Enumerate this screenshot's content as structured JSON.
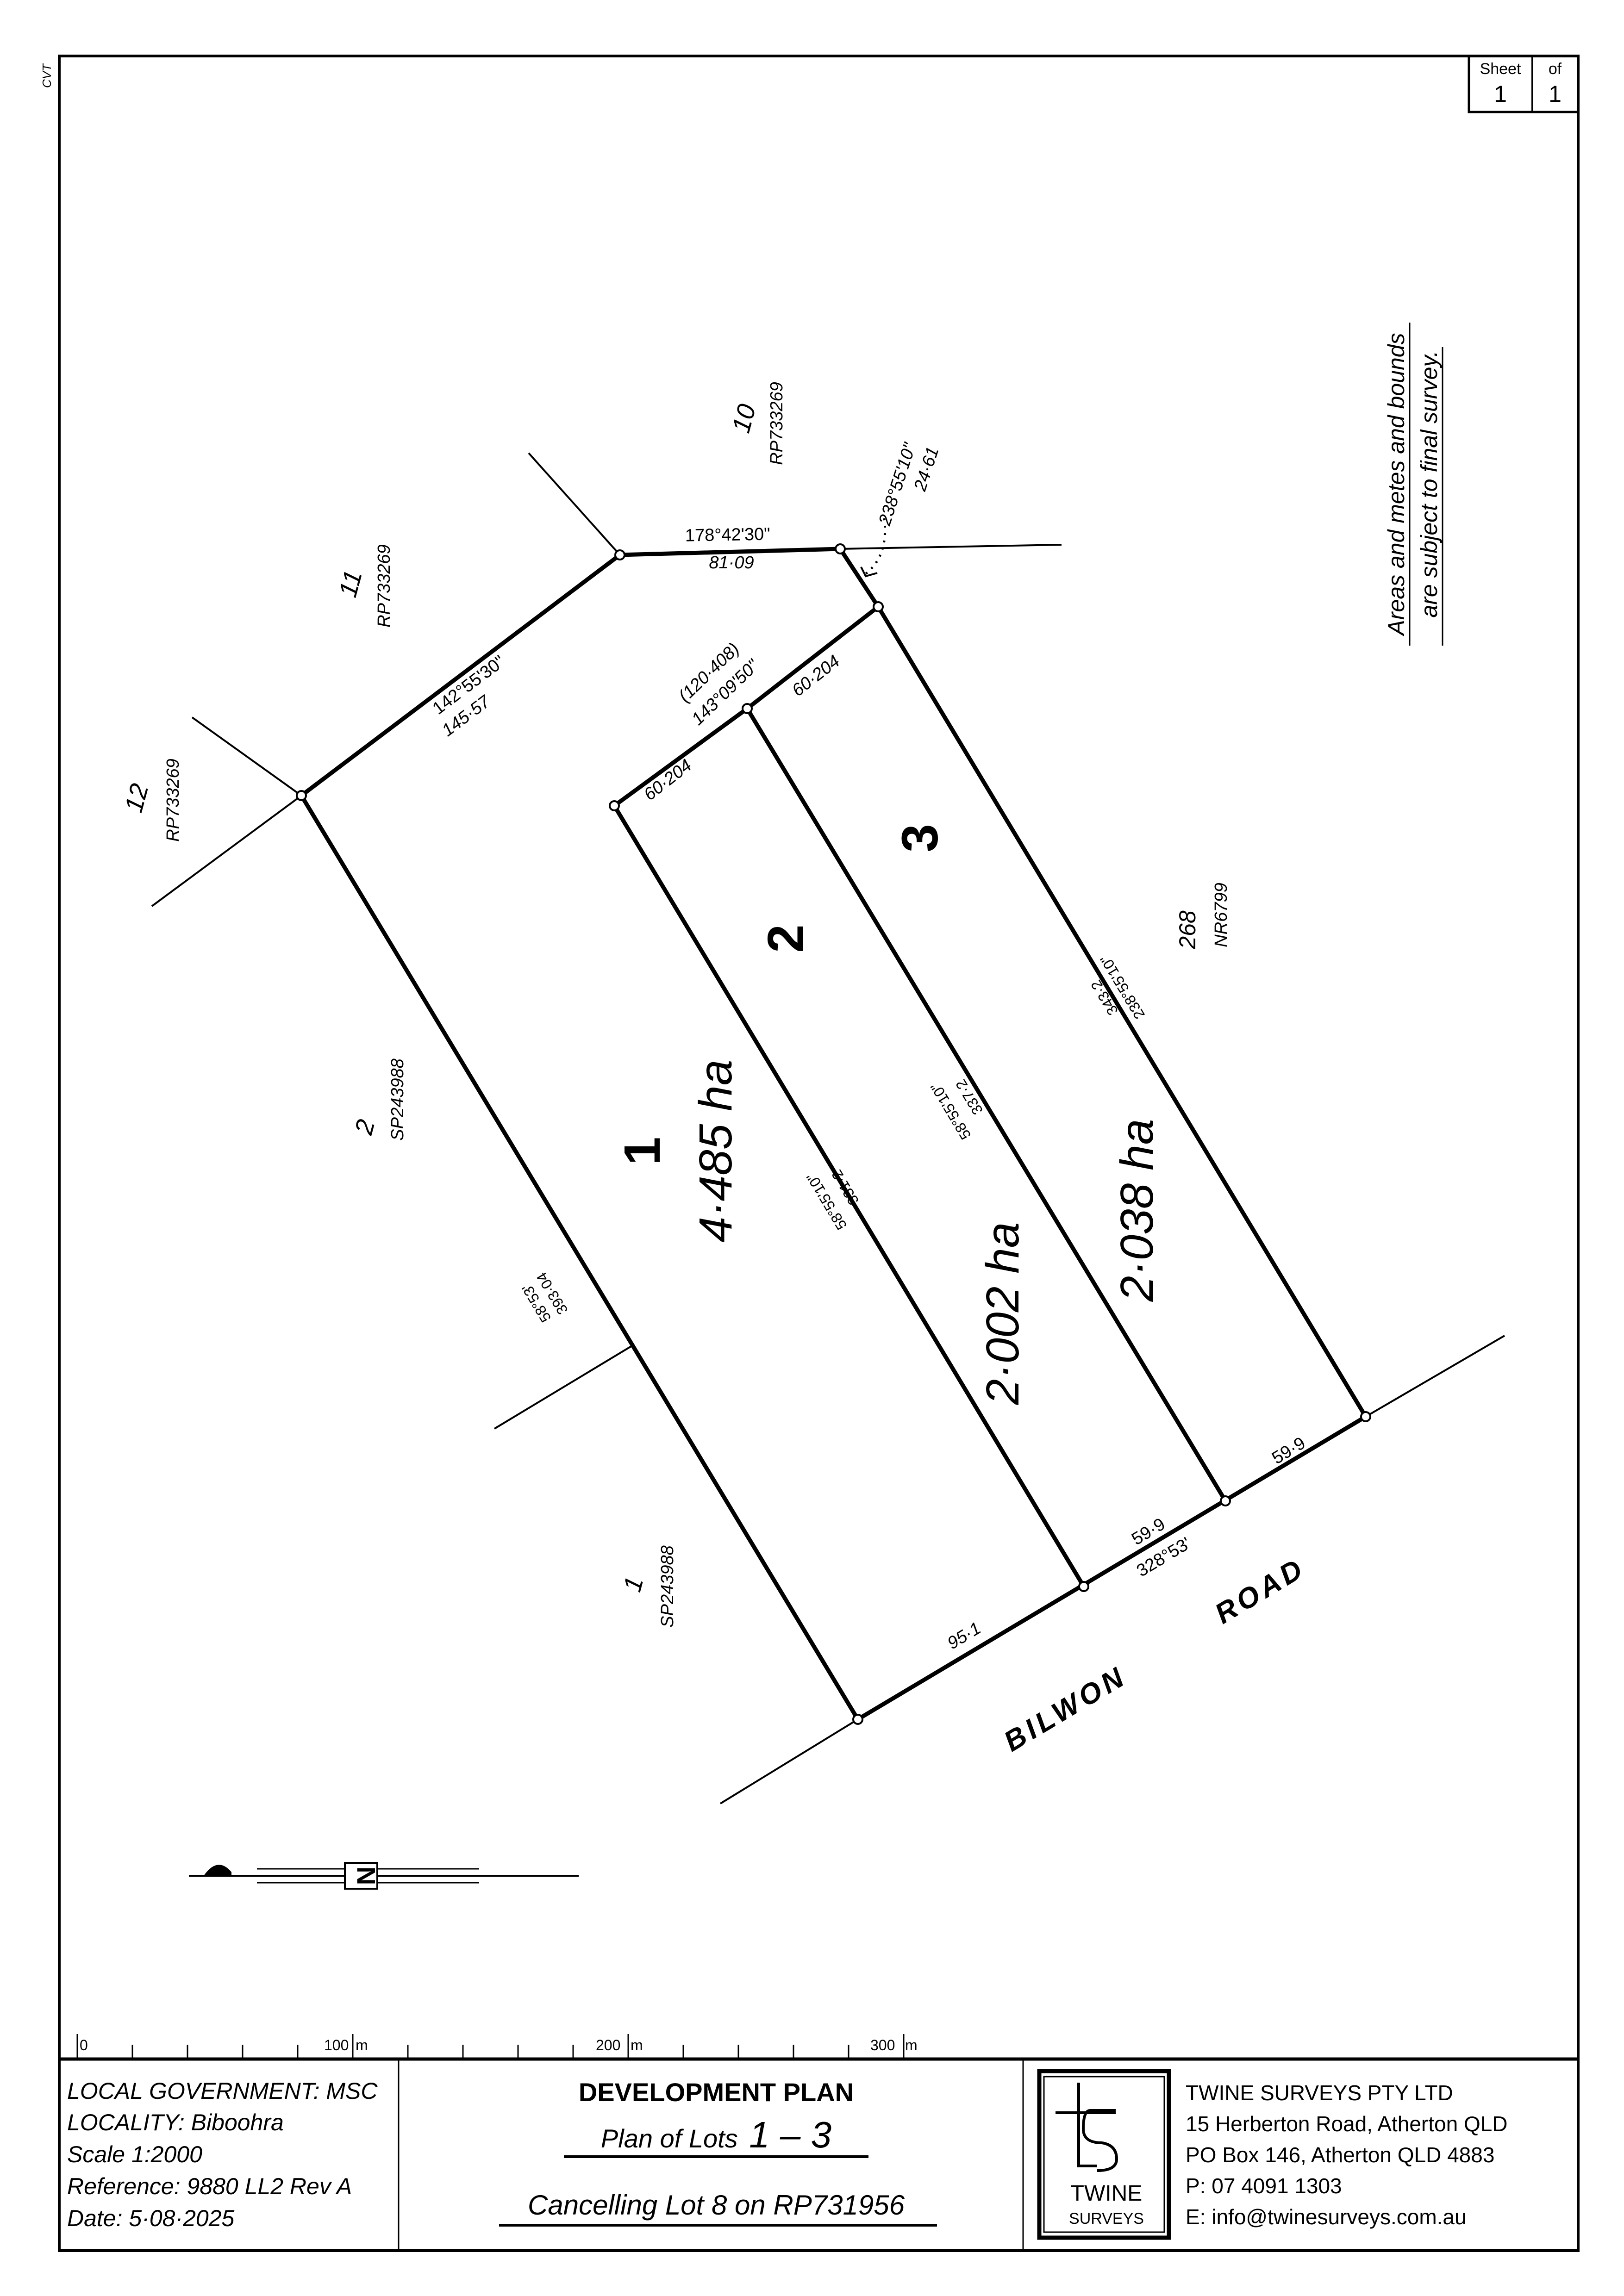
{
  "margin_note": "CVT",
  "sheet": {
    "sheet_label": "Sheet",
    "sheet_no": "1",
    "of_label": "of",
    "of_no": "1"
  },
  "note": {
    "line1": "Areas and metes and bounds",
    "line2": "are subject to final survey."
  },
  "lots": [
    {
      "number": "1",
      "area": "4·485 ha"
    },
    {
      "number": "2",
      "area": "2·002 ha"
    },
    {
      "number": "3",
      "area": "2·038 ha"
    }
  ],
  "adjoining": [
    {
      "lot": "10",
      "plan": "RP733269"
    },
    {
      "lot": "11",
      "plan": "RP733269"
    },
    {
      "lot": "12",
      "plan": "RP733269"
    },
    {
      "lot": "2",
      "plan": "SP243988"
    },
    {
      "lot": "1",
      "plan": "SP243988"
    },
    {
      "lot": "268",
      "plan": "NR6799"
    }
  ],
  "dimensions": {
    "north_bearing": "178°42'30\"",
    "north_distance": "81·09",
    "nw_bearing": "142°55'30\"",
    "nw_distance": "145·57",
    "ne_bearing": "238°55'10\"",
    "ne_distance": "24·61",
    "rear_total": "(120·408)",
    "rear_bearing": "143°09'50\"",
    "rear_lot2": "60·204",
    "rear_lot3": "60·204",
    "west_bearing": "58°53'",
    "west_distance": "393·04",
    "lot1_2_bearing": "58°55'10\"",
    "lot1_2_distance": "331·2",
    "lot2_3_bearing": "58°55'10\"",
    "lot2_3_distance": "337·2",
    "east_bearing": "238°55'10\"",
    "east_distance": "343·2",
    "front_lot1": "95·1",
    "front_lot2": "59·9",
    "front_bearing": "328°53'",
    "front_lot3": "59·9"
  },
  "road": {
    "word1": "BILWON",
    "word2": "ROAD"
  },
  "north_arrow": {
    "label": "N"
  },
  "scale_bar": {
    "labels": [
      "0",
      "100",
      "m",
      "200",
      "m",
      "300",
      "m"
    ]
  },
  "title_block": {
    "left": [
      "LOCAL GOVERNMENT: MSC",
      "LOCALITY: Biboohra",
      "Scale 1:2000",
      "Reference: 9880 LL2 Rev A",
      "Date:  5·08·2025"
    ],
    "title": "DEVELOPMENT PLAN",
    "plan_prefix": "Plan of Lots",
    "plan_lots": "1 – 3",
    "cancelling": "Cancelling Lot 8 on RP731956",
    "logo": {
      "word1": "TWINE",
      "word2": "SURVEYS",
      "mark": "ts"
    },
    "company": [
      "TWINE SURVEYS PTY LTD",
      "15 Herberton Road, Atherton QLD",
      "PO Box 146, Atherton QLD 4883",
      "P:  07 4091 1303",
      "E:  info@twinesurveys.com.au"
    ]
  }
}
